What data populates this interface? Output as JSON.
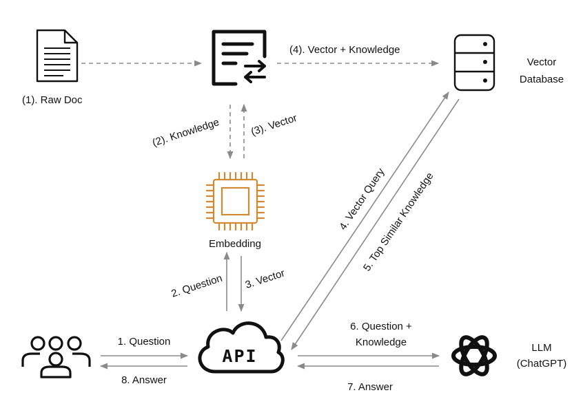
{
  "nodes": {
    "raw_doc": "(1). Raw Doc",
    "vector_db_line1": "Vector",
    "vector_db_line2": "Database",
    "embedding": "Embedding",
    "api": "API",
    "llm_line1": "LLM",
    "llm_line2": "(ChatGPT)"
  },
  "edges": {
    "vector_knowledge": "(4). Vector + Knowledge",
    "knowledge": "(2). Knowledge",
    "vector_3": "(3). Vector",
    "question_2": "2. Question",
    "vector_3b": "3. Vector",
    "vector_query": "4. Vector Query",
    "top_similar": "5. Top Similar Knowledge",
    "question_1": "1. Question",
    "answer_8": "8. Answer",
    "question_knowledge_line1": "6. Question +",
    "question_knowledge_line2": "Knowledge",
    "answer_7": "7. Answer"
  },
  "colors": {
    "arrow": "#8a8a8a",
    "icon": "#111111",
    "chip": "#d2892f"
  }
}
